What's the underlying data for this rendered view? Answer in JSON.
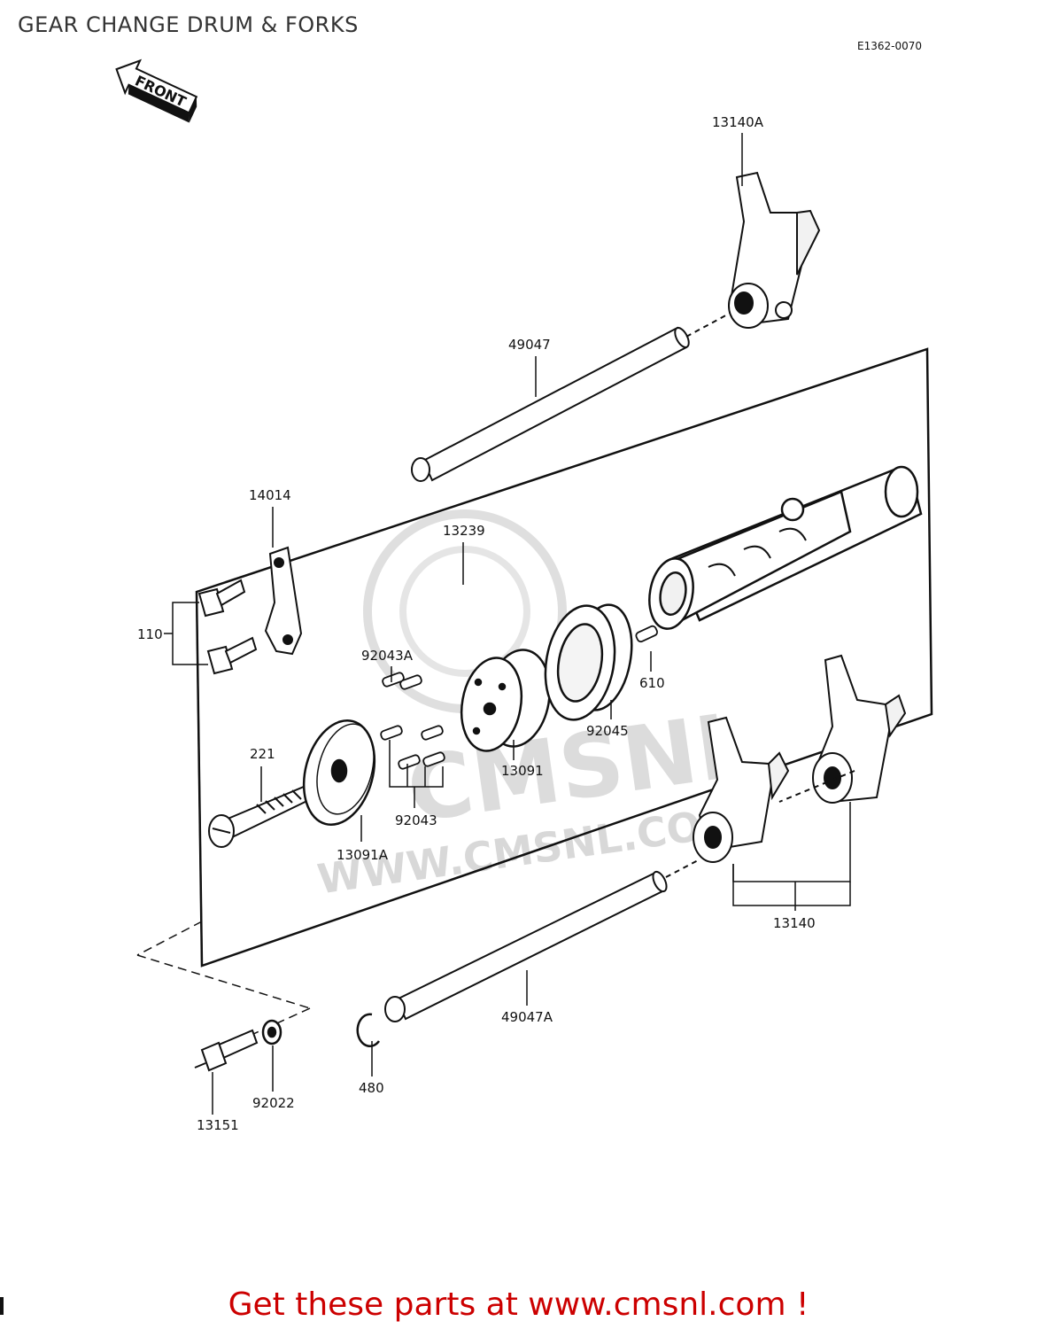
{
  "title": "GEAR CHANGE DRUM & FORKS",
  "diagram_code": "E1362-0070",
  "front_label": "FRONT",
  "watermark": "WWW.CMSNL.COM",
  "watermark_logo": "CMSNL",
  "footer": "Get these parts at www.cmsnl.com !",
  "parts": {
    "p13140A": "13140A",
    "p49047": "49047",
    "p14014": "14014",
    "p13239": "13239",
    "p110": "110",
    "p92043A": "92043A",
    "p610": "610",
    "p92045": "92045",
    "p221": "221",
    "p13091": "13091",
    "p92043": "92043",
    "p13091A": "13091A",
    "p13140": "13140",
    "p49047A": "49047A",
    "p480": "480",
    "p92022": "92022",
    "p13151": "13151"
  },
  "colors": {
    "footer": "#cc0000",
    "watermark": "#d9d9d9",
    "line": "#111111"
  }
}
